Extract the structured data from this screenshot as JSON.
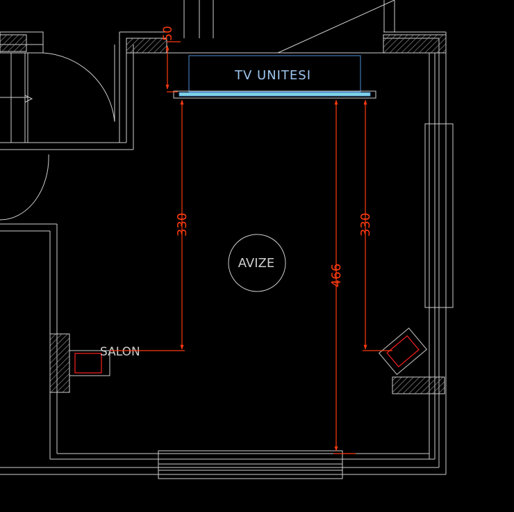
{
  "labels": {
    "tv_unit": "TV UNITESI",
    "chandelier": "AVIZE",
    "room": "SALON"
  },
  "dimensions": {
    "tv_offset": "50",
    "left_drop": "330",
    "right_drop": "330",
    "room_depth": "466"
  },
  "colors": {
    "background": "#000000",
    "wall_line": "#cfcfcf",
    "tv_unit_outline": "#4f8fd6",
    "tv_unit_text": "#9ec6ee",
    "shelf_fill": "#7fd4e6",
    "dimension": "#ff3b10",
    "device_red": "#ff2020"
  }
}
